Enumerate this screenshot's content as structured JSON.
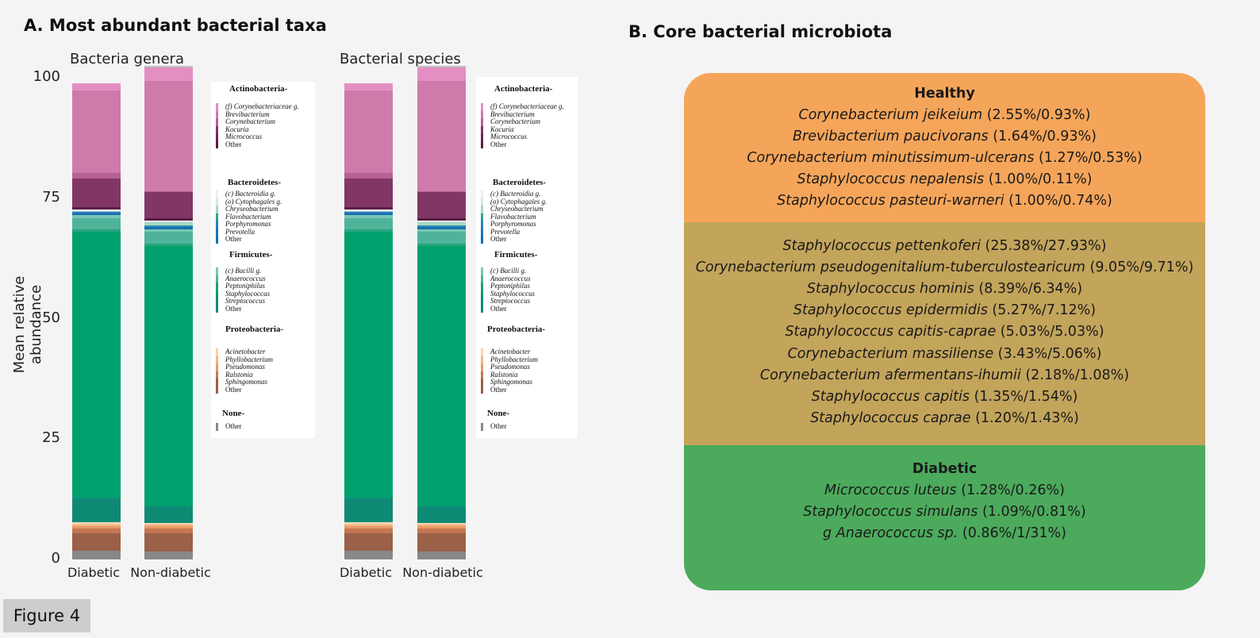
{
  "panel_a_title": "A. Most abundant bacterial taxa",
  "panel_b_title": "B. Core bacterial microbiota",
  "figure_label": "Figure 4",
  "colors": {
    "Actinobacteria": [
      "#e48ec4",
      "#cf7aab",
      "#b76093",
      "#813666",
      "#6d2753",
      "#5a1d45"
    ],
    "Bacteroidetes": [
      "#efefef",
      "#d5e8e2",
      "#a8d6c8",
      "#2fa58a",
      "#2d7fbd",
      "#1f72b8",
      "#0f6fb4"
    ],
    "Firmicutes": [
      "#79c7b0",
      "#4fb39a",
      "#1f9c7c",
      "#0a9a72",
      "#0e8a74"
    ],
    "Proteobacteria": [
      "#f6d2b0",
      "#f3b580",
      "#e79a68",
      "#c47851",
      "#9a6048"
    ],
    "None": [
      "#888888"
    ],
    "box_healthy": "#f5a55a",
    "box_shared": "#c3a45b",
    "box_diabetic": "#4caa5c"
  },
  "chart_data": [
    {
      "type": "bar",
      "stacked": true,
      "subtitle": "Bacteria genera",
      "ylabel": "Mean relative abundance",
      "ylim": [
        0,
        100
      ],
      "yticks": [
        0,
        25,
        50,
        75,
        100
      ],
      "categories": [
        "Diabetic",
        "Non-diabetic"
      ],
      "series": [
        {
          "name": "Other",
          "group": "None",
          "color": "#888888",
          "values": [
            1.8,
            1.6
          ]
        },
        {
          "name": "Sphingomonas",
          "group": "Proteobacteria",
          "color": "#9a6048",
          "values": [
            3.6,
            3.9
          ]
        },
        {
          "name": "Ralstonia",
          "group": "Proteobacteria",
          "color": "#c47851",
          "values": [
            1.0,
            0.9
          ]
        },
        {
          "name": "Pseudomonas",
          "group": "Proteobacteria",
          "color": "#e79a68",
          "values": [
            0.5,
            0.5
          ]
        },
        {
          "name": "Phyllobacterium",
          "group": "Proteobacteria",
          "color": "#f3b580",
          "values": [
            0.4,
            0.3
          ]
        },
        {
          "name": "Acinetobacter",
          "group": "Proteobacteria",
          "color": "#f6d2b0",
          "values": [
            0.5,
            0.4
          ]
        },
        {
          "name": "Other",
          "group": "Firmicutes",
          "color": "#0e8a74",
          "values": [
            4.6,
            3.2
          ]
        },
        {
          "name": "Streptococcus",
          "group": "Firmicutes",
          "color": "#128f7a",
          "values": [
            0.4,
            0.3
          ]
        },
        {
          "name": "Staphylococcus",
          "group": "Firmicutes",
          "color": "#00a06e",
          "values": [
            55.2,
            54.0
          ]
        },
        {
          "name": "Peptoniphilus",
          "group": "Firmicutes",
          "color": "#2aa67f",
          "values": [
            0.6,
            0.5
          ]
        },
        {
          "name": "Anaerococcus",
          "group": "Firmicutes",
          "color": "#4fb39a",
          "values": [
            2.2,
            2.4
          ]
        },
        {
          "name": "(c) Bacilli g.",
          "group": "Firmicutes",
          "color": "#79c7b0",
          "values": [
            0.7,
            0.6
          ]
        },
        {
          "name": "Other",
          "group": "Bacteroidetes",
          "color": "#0f6fb4",
          "values": [
            0.2,
            0.2
          ]
        },
        {
          "name": "Prevotella",
          "group": "Bacteroidetes",
          "color": "#1f72b8",
          "values": [
            0.3,
            0.2
          ]
        },
        {
          "name": "Porphyromonas",
          "group": "Bacteroidetes",
          "color": "#2d7fbd",
          "values": [
            0.2,
            0.2
          ]
        },
        {
          "name": "Flavobacterium",
          "group": "Bacteroidetes",
          "color": "#2fa58a",
          "values": [
            0.1,
            0.1
          ]
        },
        {
          "name": "Chryseobacterium",
          "group": "Bacteroidetes",
          "color": "#a8d6c8",
          "values": [
            0.1,
            0.8
          ]
        },
        {
          "name": "(o) Cytophagales g.",
          "group": "Bacteroidetes",
          "color": "#d5e8e2",
          "values": [
            0.1,
            0.1
          ]
        },
        {
          "name": "(c) Bacteroidia g.",
          "group": "Bacteroidetes",
          "color": "#efefef",
          "values": [
            0.1,
            0.1
          ]
        },
        {
          "name": "Other",
          "group": "Actinobacteria",
          "color": "#5a1d45",
          "values": [
            0.5,
            0.5
          ]
        },
        {
          "name": "Micrococcus",
          "group": "Actinobacteria",
          "color": "#813666",
          "values": [
            6.0,
            5.4
          ]
        },
        {
          "name": "Kocuria",
          "group": "Actinobacteria",
          "color": "#b76093",
          "values": [
            1.1,
            0.2
          ]
        },
        {
          "name": "Corynebacterium",
          "group": "Actinobacteria",
          "color": "#cf7aab",
          "values": [
            17.2,
            23.0
          ]
        },
        {
          "name": "Brevibacterium",
          "group": "Actinobacteria",
          "color": "#e48ec4",
          "values": [
            1.5,
            2.8
          ]
        },
        {
          "name": "(f) Corynebacteriaceae g.",
          "group": "Actinobacteria",
          "color": "#c0c0c0",
          "values": [
            0,
            0.3
          ]
        }
      ]
    },
    {
      "type": "bar",
      "stacked": true,
      "subtitle": "Bacterial species",
      "ylim": [
        0,
        100
      ],
      "categories": [
        "Diabetic",
        "Non-diabetic"
      ],
      "series_same_as_genera": true
    }
  ],
  "legend": {
    "groups": [
      {
        "name": "Actinobacteria-",
        "items": [
          "(f) Corynebacteriaceae g.",
          "Brevibacterium",
          "Corynebacterium",
          "Kocuria",
          "Micrococcus",
          "Other"
        ]
      },
      {
        "name": "Bacteroidetes-",
        "items": [
          "(c) Bacteroidia g.",
          "(o) Cytophagales g.",
          "Chryseobacterium",
          "Flavobacterium",
          "Porphyromonas",
          "Prevotella",
          "Other"
        ]
      },
      {
        "name": "Firmicutes-",
        "items": [
          "(c) Bacilli g.",
          "Anaerococcus",
          "Peptoniphilus",
          "Staphylococcus",
          "Streptococcus",
          "Other"
        ]
      },
      {
        "name": "Proteobacteria-",
        "items": [
          "Acinetobacter",
          "Phyllobacterium",
          "Pseudomonas",
          "Ralstonia",
          "Sphingomonas",
          "Other"
        ]
      },
      {
        "name": "None-",
        "items": [
          "Other"
        ]
      }
    ]
  },
  "core": {
    "healthy": {
      "heading": "Healthy",
      "items": [
        {
          "species": "Corynebacterium jeikeium",
          "value": "(2.55%/0.93%)"
        },
        {
          "species": "Brevibacterium paucivorans",
          "value": "(1.64%/0.93%)"
        },
        {
          "species": "Corynebacterium minutissimum-ulcerans",
          "value": "(1.27%/0.53%)"
        },
        {
          "species": "Staphylococcus nepalensis",
          "value": "(1.00%/0.11%)"
        },
        {
          "species": "Staphylococcus pasteuri-warneri",
          "value": "(1.00%/0.74%)"
        }
      ]
    },
    "shared": {
      "items": [
        {
          "species": "Staphylococcus pettenkoferi",
          "value": "(25.38%/27.93%)"
        },
        {
          "species": "Corynebacterium pseudogenitalium-tuberculostearicum",
          "value": "(9.05%/9.71%)"
        },
        {
          "species": "Staphylococcus hominis",
          "value": "(8.39%/6.34%)"
        },
        {
          "species": "Staphylococcus epidermidis",
          "value": "(5.27%/7.12%)"
        },
        {
          "species": "Staphylococcus capitis-caprae",
          "value": "(5.03%/5.03%)"
        },
        {
          "species": "Corynebacterium massiliense",
          "value": "(3.43%/5.06%)"
        },
        {
          "species": "Corynebacterium afermentans-ihumii",
          "value": "(2.18%/1.08%)"
        },
        {
          "species": "Staphylococcus capitis",
          "value": "(1.35%/1.54%)"
        },
        {
          "species": "Staphylococcus caprae",
          "value": "(1.20%/1.43%)"
        }
      ]
    },
    "diabetic": {
      "heading": "Diabetic",
      "items": [
        {
          "species": "Micrococcus luteus",
          "value": "(1.28%/0.26%)"
        },
        {
          "species": "Staphylococcus simulans",
          "value": "(1.09%/0.81%)"
        },
        {
          "species": "g Anaerococcus sp.",
          "value": "(0.86%/1/31%)"
        }
      ]
    }
  }
}
